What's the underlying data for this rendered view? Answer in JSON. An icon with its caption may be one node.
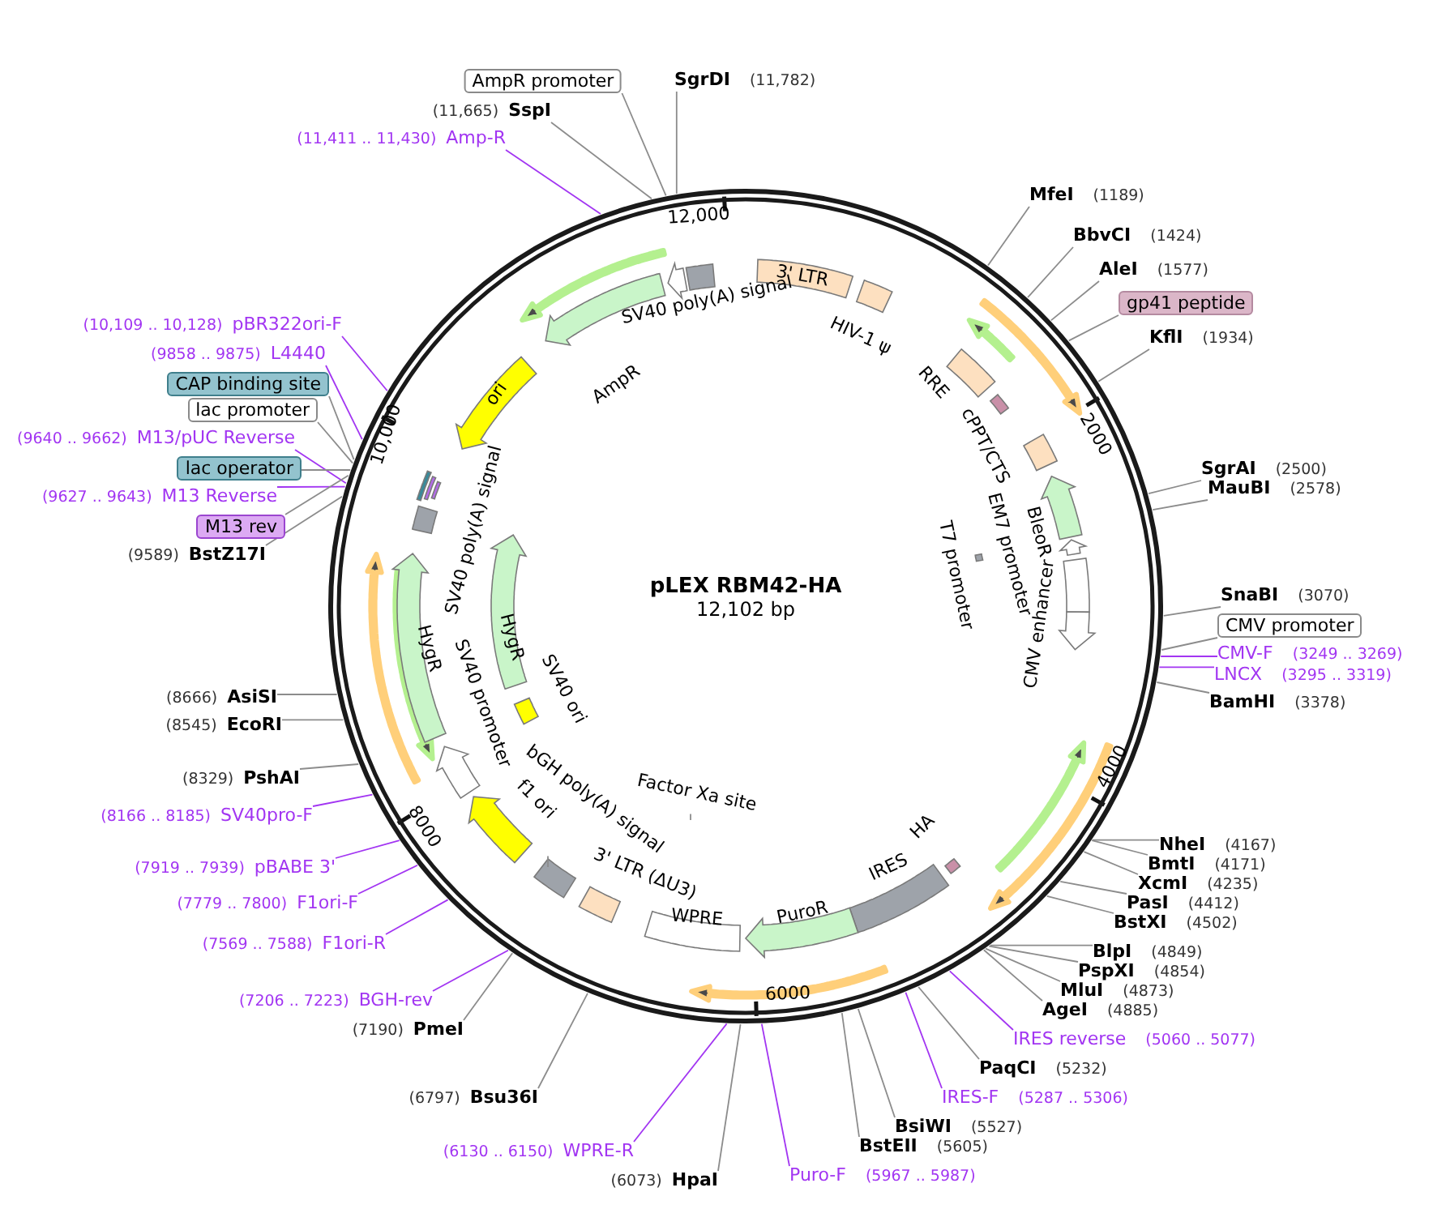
{
  "diagram": {
    "nodes": [
      {
        "text": [
          "pLEX RBM42-HA",
          "12,102 bp"
        ]
      },
      {
        "text": [
          "AmpR promoter"
        ]
      },
      {
        "text": [
          "SgrDI",
          "(11,782)"
        ]
      },
      {
        "text": [
          "(11,665)",
          "SspI"
        ]
      },
      {
        "text": [
          "(11,411 .. 11,430)",
          "Amp-R"
        ]
      },
      {
        "text": [
          "(10,109 .. 10,128)",
          "pBR322ori-F"
        ]
      },
      {
        "text": [
          "(9858 .. 9875)",
          "L4440"
        ]
      },
      {
        "text": [
          "CAP binding site"
        ]
      },
      {
        "text": [
          "lac promoter"
        ]
      },
      {
        "text": [
          "(9640 .. 9662)",
          "M13/pUC Reverse"
        ]
      },
      {
        "text": [
          "lac operator"
        ]
      },
      {
        "text": [
          "(9627 .. 9643)",
          "M13 Reverse"
        ]
      },
      {
        "text": [
          "M13 rev"
        ]
      },
      {
        "text": [
          "(9589)",
          "BstZ17I"
        ]
      },
      {
        "text": [
          "(8666)",
          "AsiSI"
        ]
      },
      {
        "text": [
          "(8545)",
          "EcoRI"
        ]
      },
      {
        "text": [
          "(8329)",
          "PshAI"
        ]
      },
      {
        "text": [
          "(8166 .. 8185)",
          "SV40pro-F"
        ]
      },
      {
        "text": [
          "(7919 .. 7939)",
          "pBABE 3'"
        ]
      },
      {
        "text": [
          "(7779 .. 7800)",
          "F1ori-F"
        ]
      },
      {
        "text": [
          "(7569 .. 7588)",
          "F1ori-R"
        ]
      },
      {
        "text": [
          "(7206 .. 7223)",
          "BGH-rev"
        ]
      },
      {
        "text": [
          "(7190)",
          "PmeI"
        ]
      },
      {
        "text": [
          "(6797)",
          "Bsu36I"
        ]
      },
      {
        "text": [
          "(6130 .. 6150)",
          "WPRE-R"
        ]
      },
      {
        "text": [
          "(6073)",
          "HpaI"
        ]
      },
      {
        "text": [
          "MfeI",
          "(1189)"
        ]
      },
      {
        "text": [
          "BbvCI",
          "(1424)"
        ]
      },
      {
        "text": [
          "AleI",
          "(1577)"
        ]
      },
      {
        "text": [
          "gp41 peptide"
        ]
      },
      {
        "text": [
          "KflI",
          "(1934)"
        ]
      },
      {
        "text": [
          "SgrAI",
          "(2500)"
        ]
      },
      {
        "text": [
          "MauBI",
          "(2578)"
        ]
      },
      {
        "text": [
          "SnaBI",
          "(3070)"
        ]
      },
      {
        "text": [
          "CMV promoter"
        ]
      },
      {
        "text": [
          "CMV-F",
          "(3249 .. 3269)"
        ]
      },
      {
        "text": [
          "LNCX",
          "(3295 .. 3319)"
        ]
      },
      {
        "text": [
          "BamHI",
          "(3378)"
        ]
      },
      {
        "text": [
          "NheI",
          "(4167)"
        ]
      },
      {
        "text": [
          "BmtI",
          "(4171)"
        ]
      },
      {
        "text": [
          "XcmI",
          "(4235)"
        ]
      },
      {
        "text": [
          "PasI",
          "(4412)"
        ]
      },
      {
        "text": [
          "BstXI",
          "(4502)"
        ]
      },
      {
        "text": [
          "BlpI",
          "(4849)"
        ]
      },
      {
        "text": [
          "PspXI",
          "(4854)"
        ]
      },
      {
        "text": [
          "MluI",
          "(4873)"
        ]
      },
      {
        "text": [
          "AgeI",
          "(4885)"
        ]
      },
      {
        "text": [
          "IRES reverse",
          "(5060 .. 5077)"
        ]
      },
      {
        "text": [
          "PaqCI",
          "(5232)"
        ]
      },
      {
        "text": [
          "IRES-F",
          "(5287 .. 5306)"
        ]
      },
      {
        "text": [
          "BsiWI",
          "(5527)"
        ]
      },
      {
        "text": [
          "BstEII",
          "(5605)"
        ]
      },
      {
        "text": [
          "Puro-F",
          "(5967 .. 5987)"
        ]
      },
      {
        "text": [
          "AmpR"
        ],
        "in": 0
      },
      {
        "text": [
          "ori"
        ],
        "in": 0
      },
      {
        "text": [
          "SV40 poly(A) signal"
        ],
        "in": 0
      },
      {
        "text": [
          "3' LTR"
        ],
        "in": 0
      },
      {
        "text": [
          "HIV-1 ψ"
        ],
        "in": 0
      },
      {
        "text": [
          "RRE"
        ],
        "in": 0
      },
      {
        "text": [
          "cPPT/CTS"
        ],
        "in": 0
      },
      {
        "text": [
          "BleoR"
        ],
        "in": 0
      },
      {
        "text": [
          "EM7 promoter"
        ],
        "in": 0
      },
      {
        "text": [
          "T7 promoter"
        ],
        "in": 0
      },
      {
        "text": [
          "CMV enhancer"
        ],
        "in": 0
      },
      {
        "text": [
          "HA"
        ],
        "in": 0
      },
      {
        "text": [
          "IRES"
        ],
        "in": 0
      },
      {
        "text": [
          "PuroR"
        ],
        "in": 0
      },
      {
        "text": [
          "WPRE"
        ],
        "in": 0
      },
      {
        "text": [
          "3' LTR (ΔU3)"
        ],
        "in": 0
      },
      {
        "text": [
          "bGH poly(A) signal"
        ],
        "in": 0
      },
      {
        "text": [
          "f1 ori"
        ],
        "in": 0
      },
      {
        "text": [
          "Factor Xa site"
        ],
        "in": 0
      },
      {
        "text": [
          "SV40 promoter"
        ],
        "in": 0
      },
      {
        "text": [
          "HygR"
        ],
        "in": 0
      },
      {
        "text": [
          "HygR"
        ],
        "in": 0
      },
      {
        "text": [
          "SV40 ori"
        ],
        "in": 0
      },
      {
        "text": [
          "SV40 poly(A) signal"
        ],
        "in": 0
      }
    ],
    "edges": [
      {
        "from": 1,
        "to": 0,
        "arrow": "none"
      },
      {
        "from": 2,
        "to": 0,
        "arrow": "none"
      },
      {
        "from": 3,
        "to": 0,
        "arrow": "none"
      },
      {
        "from": 4,
        "to": 0,
        "arrow": "none",
        "color": "#a235f2"
      },
      {
        "from": 5,
        "to": 0,
        "arrow": "none",
        "color": "#a235f2"
      },
      {
        "from": 6,
        "to": 0,
        "arrow": "none",
        "color": "#a235f2"
      },
      {
        "from": 7,
        "to": 0,
        "arrow": "none"
      },
      {
        "from": 8,
        "to": 0,
        "arrow": "none"
      },
      {
        "from": 9,
        "to": 0,
        "arrow": "none",
        "color": "#a235f2"
      },
      {
        "from": 10,
        "to": 0,
        "arrow": "none"
      },
      {
        "from": 11,
        "to": 0,
        "arrow": "none",
        "color": "#a235f2"
      },
      {
        "from": 12,
        "to": 0,
        "arrow": "none"
      },
      {
        "from": 13,
        "to": 0,
        "arrow": "none"
      },
      {
        "from": 14,
        "to": 0,
        "arrow": "none"
      },
      {
        "from": 15,
        "to": 0,
        "arrow": "none"
      },
      {
        "from": 16,
        "to": 0,
        "arrow": "none"
      },
      {
        "from": 17,
        "to": 0,
        "arrow": "none",
        "color": "#a235f2"
      },
      {
        "from": 18,
        "to": 0,
        "arrow": "none",
        "color": "#a235f2"
      },
      {
        "from": 19,
        "to": 0,
        "arrow": "none",
        "color": "#a235f2"
      },
      {
        "from": 20,
        "to": 0,
        "arrow": "none",
        "color": "#a235f2"
      },
      {
        "from": 21,
        "to": 0,
        "arrow": "none",
        "color": "#a235f2"
      },
      {
        "from": 22,
        "to": 0,
        "arrow": "none"
      },
      {
        "from": 23,
        "to": 0,
        "arrow": "none"
      },
      {
        "from": 24,
        "to": 0,
        "arrow": "none",
        "color": "#a235f2"
      },
      {
        "from": 25,
        "to": 0,
        "arrow": "none"
      },
      {
        "from": 26,
        "to": 0,
        "arrow": "none"
      },
      {
        "from": 27,
        "to": 0,
        "arrow": "none"
      },
      {
        "from": 28,
        "to": 0,
        "arrow": "none"
      },
      {
        "from": 29,
        "to": 0,
        "arrow": "none"
      },
      {
        "from": 30,
        "to": 0,
        "arrow": "none"
      },
      {
        "from": 31,
        "to": 0,
        "arrow": "none"
      },
      {
        "from": 32,
        "to": 0,
        "arrow": "none"
      },
      {
        "from": 33,
        "to": 0,
        "arrow": "none"
      },
      {
        "from": 34,
        "to": 0,
        "arrow": "none"
      },
      {
        "from": 35,
        "to": 0,
        "arrow": "none",
        "color": "#a235f2"
      },
      {
        "from": 36,
        "to": 0,
        "arrow": "none",
        "color": "#a235f2"
      },
      {
        "from": 37,
        "to": 0,
        "arrow": "none"
      },
      {
        "from": 38,
        "to": 0,
        "arrow": "none"
      },
      {
        "from": 39,
        "to": 0,
        "arrow": "none"
      },
      {
        "from": 40,
        "to": 0,
        "arrow": "none"
      },
      {
        "from": 41,
        "to": 0,
        "arrow": "none"
      },
      {
        "from": 42,
        "to": 0,
        "arrow": "none"
      },
      {
        "from": 43,
        "to": 0,
        "arrow": "none"
      },
      {
        "from": 44,
        "to": 0,
        "arrow": "none"
      },
      {
        "from": 45,
        "to": 0,
        "arrow": "none"
      },
      {
        "from": 46,
        "to": 0,
        "arrow": "none"
      },
      {
        "from": 47,
        "to": 0,
        "arrow": "none",
        "color": "#a235f2"
      },
      {
        "from": 48,
        "to": 0,
        "arrow": "none"
      },
      {
        "from": 49,
        "to": 0,
        "arrow": "none",
        "color": "#a235f2"
      },
      {
        "from": 50,
        "to": 0,
        "arrow": "none"
      },
      {
        "from": 51,
        "to": 0,
        "arrow": "none"
      },
      {
        "from": 52,
        "to": 0,
        "arrow": "none",
        "color": "#a235f2"
      },
      {
        "from": 69,
        "to": null,
        "arrow": "none"
      },
      {
        "from": 71,
        "to": null,
        "arrow": "none"
      }
    ],
    "labels": [
      "12,000",
      "2000",
      "4000",
      "6000",
      "8000",
      "10,000"
    ]
  }
}
